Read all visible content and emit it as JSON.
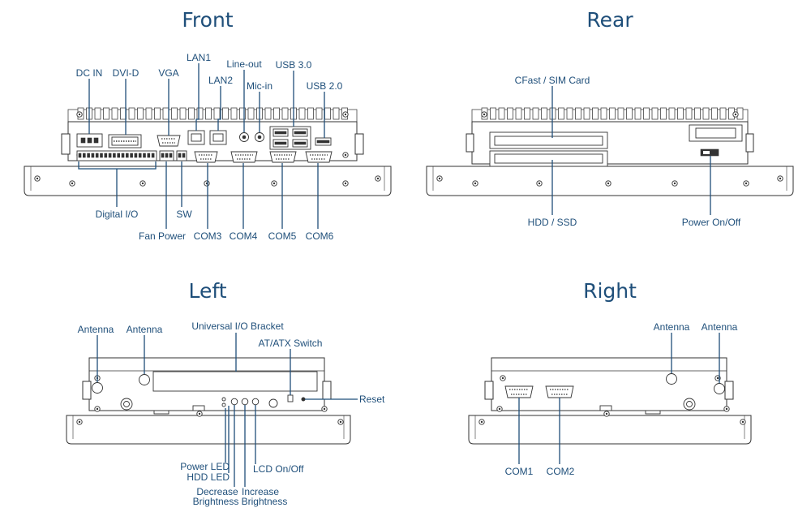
{
  "views": {
    "front": {
      "title": "Front",
      "labels": {
        "dc_in": "DC IN",
        "dvi_d": "DVI-D",
        "vga": "VGA",
        "lan1": "LAN1",
        "lan2": "LAN2",
        "line_out": "Line-out",
        "mic_in": "Mic-in",
        "usb3": "USB 3.0",
        "usb2": "USB 2.0",
        "digital_io": "Digital I/O",
        "sw": "SW",
        "fan_power": "Fan Power",
        "com3": "COM3",
        "com4": "COM4",
        "com5": "COM5",
        "com6": "COM6"
      }
    },
    "rear": {
      "title": "Rear",
      "labels": {
        "cfast": "CFast / SIM Card",
        "hdd": "HDD / SSD",
        "power": "Power On/Off"
      }
    },
    "left": {
      "title": "Left",
      "labels": {
        "antenna1": "Antenna",
        "antenna2": "Antenna",
        "io_bracket": "Universal I/O Bracket",
        "atatx": "AT/ATX Switch",
        "reset": "Reset",
        "power_led": "Power LED",
        "hdd_led": "HDD LED",
        "decrease_1": "Decrease",
        "decrease_2": "Brightness",
        "increase_1": "Increase",
        "increase_2": "Brightness",
        "lcd": "LCD On/Off"
      }
    },
    "right": {
      "title": "Right",
      "labels": {
        "antenna1": "Antenna",
        "antenna2": "Antenna",
        "com1": "COM1",
        "com2": "COM2"
      }
    }
  },
  "colors": {
    "label": "#1f4f7a",
    "outline": "#333333"
  }
}
